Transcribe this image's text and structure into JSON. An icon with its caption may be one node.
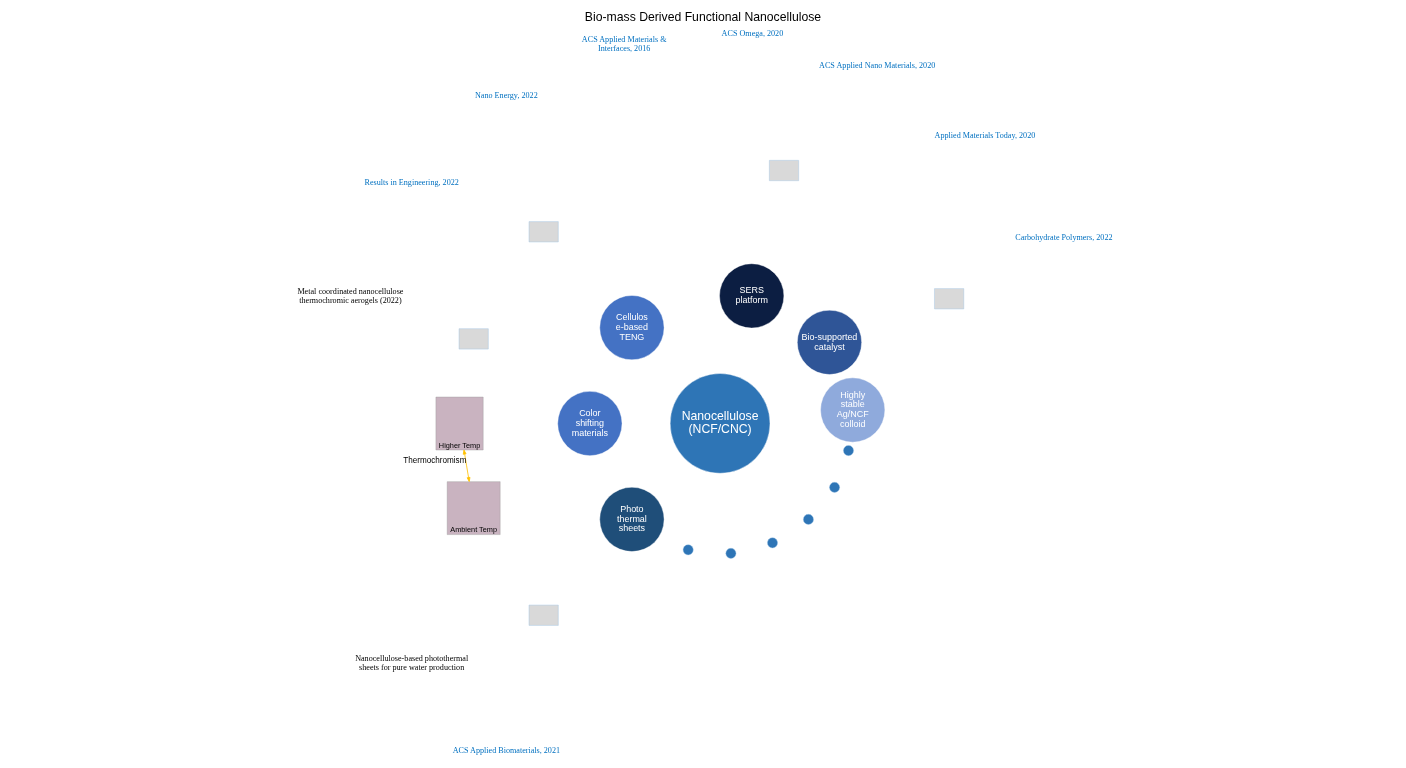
{
  "diagram": {
    "title": "Bio-mass Derived Functional Nanocellulose",
    "nodes": [
      {
        "text": [
          "Nanocellulose (NCF/CNC)"
        ]
      },
      {
        "text": [
          "Highly stable Ag/NCF colloid"
        ]
      },
      {
        "text": [
          "Bio-supported catalyst"
        ]
      },
      {
        "text": [
          "SERS platform"
        ]
      },
      {
        "text": [
          "Cellulos e-based TENG"
        ]
      },
      {
        "text": [
          "Color shifting materials"
        ]
      },
      {
        "text": [
          "Photo thermal sheets"
        ]
      },
      {
        "text": [],
        "shape": "circle"
      },
      {
        "text": [],
        "shape": "circle"
      },
      {
        "text": [],
        "shape": "circle"
      },
      {
        "text": [],
        "shape": "circle"
      },
      {
        "text": [],
        "shape": "circle"
      },
      {
        "text": [],
        "shape": "circle"
      },
      {
        "text": [],
        "shape": "box"
      },
      {
        "text": [],
        "shape": "box"
      },
      {
        "text": [],
        "shape": "box"
      },
      {
        "text": [],
        "shape": "box"
      },
      {
        "text": [],
        "shape": "box"
      },
      {
        "text": [
          "Higher Temp"
        ]
      },
      {
        "text": [
          "Ambient Temp"
        ]
      }
    ],
    "edges": [
      {
        "from": 18,
        "to": 19,
        "arrow": "both",
        "label": "Thermochromism",
        "color": "#ffc000"
      }
    ],
    "labels": [
      "Applied Materials Today, 2020",
      "ACS Applied Nano Materials, 2020",
      "ACS Omega, 2020",
      "ACS Applied Materials & Interfaces, 2016",
      "Carbohydrate Polymers, 2022",
      "Nano Energy, 2022",
      "Results in Engineering, 2022",
      "Nanocellulose-based photothermal sheets for pure water production",
      "ACS Applied Biomaterials, 2021",
      "Metal coordinated nanocellulose thermochromic aerogels (2022)"
    ]
  }
}
